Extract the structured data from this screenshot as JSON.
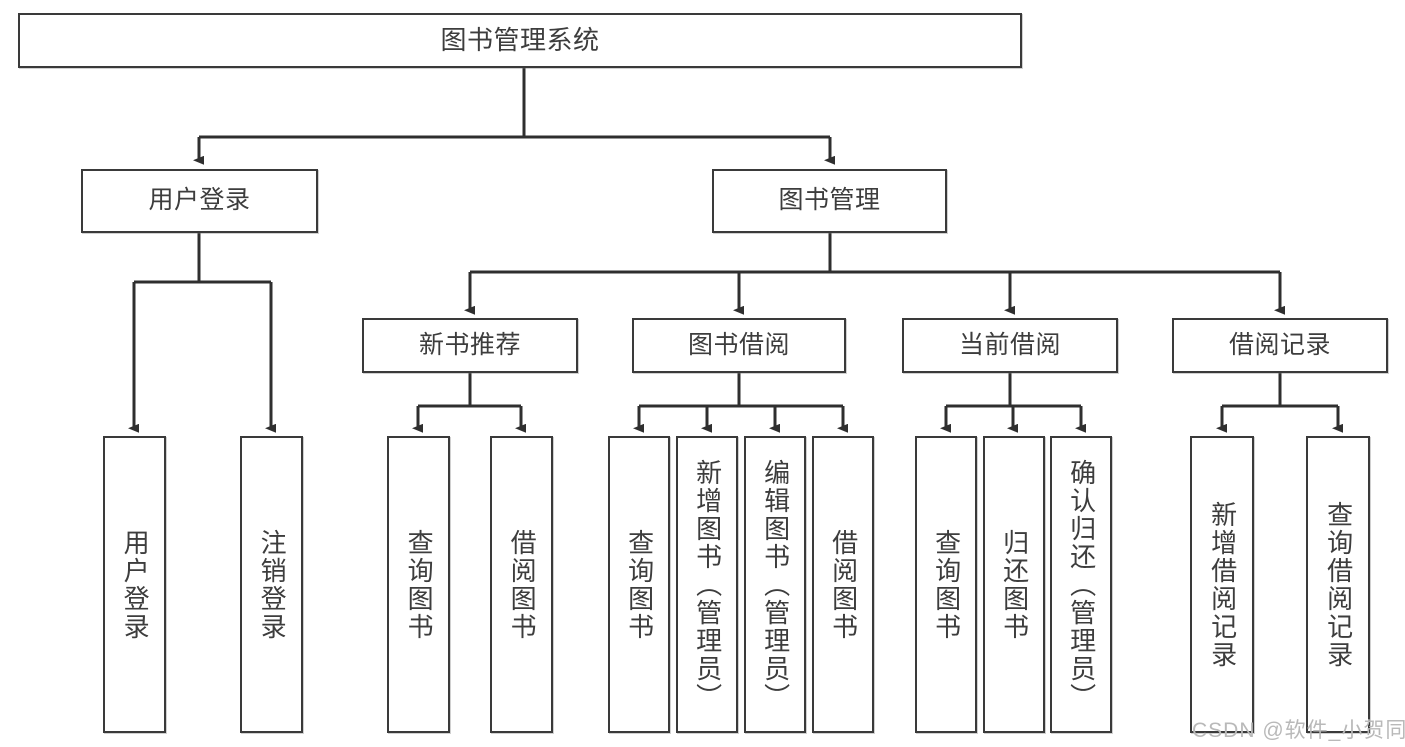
{
  "diagram": {
    "title": "图书管理系统",
    "type": "tree-hierarchy-chart",
    "orientation": "top-down",
    "colors": {
      "box_border": "#3a3a3a",
      "box_fill": "#ffffff",
      "text": "#3d3d3d",
      "edge": "#2f2f2f",
      "watermark": "#b9b9b9"
    }
  },
  "nodes": {
    "root": {
      "label": "图书管理系统"
    },
    "level2": [
      {
        "id": "user-login",
        "label": "用户登录"
      },
      {
        "id": "book-management",
        "label": "图书管理"
      }
    ],
    "level3": [
      {
        "id": "new-book-recommend",
        "label": "新书推荐"
      },
      {
        "id": "book-borrow",
        "label": "图书借阅"
      },
      {
        "id": "current-borrow",
        "label": "当前借阅"
      },
      {
        "id": "borrow-record",
        "label": "借阅记录"
      }
    ],
    "leaves": [
      {
        "id": "leaf-user-login",
        "label": "用户登录",
        "parent": "user-login"
      },
      {
        "id": "leaf-logout-login",
        "label": "注销登录",
        "parent": "user-login"
      },
      {
        "id": "leaf-query-book-1",
        "label": "查询图书",
        "parent": "new-book-recommend"
      },
      {
        "id": "leaf-borrow-book-1",
        "label": "借阅图书",
        "parent": "new-book-recommend"
      },
      {
        "id": "leaf-query-book-2",
        "label": "查询图书",
        "parent": "book-borrow"
      },
      {
        "id": "leaf-add-book",
        "label": "新增图书（管理员）",
        "parent": "book-borrow"
      },
      {
        "id": "leaf-edit-book",
        "label": "编辑图书（管理员）",
        "parent": "book-borrow"
      },
      {
        "id": "leaf-borrow-book-2",
        "label": "借阅图书",
        "parent": "book-borrow"
      },
      {
        "id": "leaf-query-book-3",
        "label": "查询图书",
        "parent": "current-borrow"
      },
      {
        "id": "leaf-return-book",
        "label": "归还图书",
        "parent": "current-borrow"
      },
      {
        "id": "leaf-confirm-return",
        "label": "确认归还（管理员）",
        "parent": "current-borrow"
      },
      {
        "id": "leaf-add-record",
        "label": "新增借阅记录",
        "parent": "borrow-record"
      },
      {
        "id": "leaf-query-record",
        "label": "查询借阅记录",
        "parent": "borrow-record"
      }
    ]
  },
  "watermark": {
    "text": "CSDN @软件_小贺同学"
  }
}
